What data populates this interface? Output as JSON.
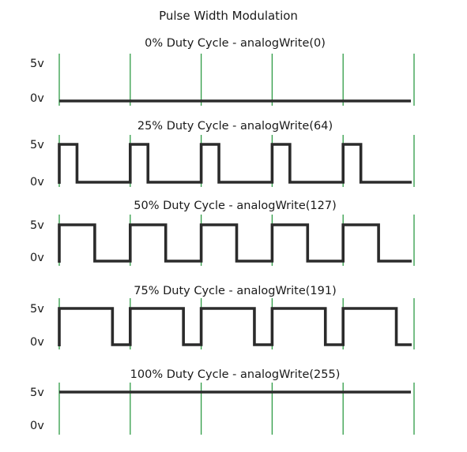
{
  "title": "Pulse Width Modulation",
  "panels": [
    {
      "label": "0% Duty Cycle - analogWrite(0)",
      "duty": 0,
      "high_label": "5v",
      "low_label": "0v"
    },
    {
      "label": "25% Duty Cycle - analogWrite(64)",
      "duty": 0.25,
      "high_label": "5v",
      "low_label": "0v"
    },
    {
      "label": "50% Duty Cycle - analogWrite(127)",
      "duty": 0.5,
      "high_label": "5v",
      "low_label": "0v"
    },
    {
      "label": "75% Duty Cycle - analogWrite(191)",
      "duty": 0.75,
      "high_label": "5v",
      "low_label": "0v"
    },
    {
      "label": "100% Duty Cycle - analogWrite(255)",
      "duty": 1,
      "high_label": "5v",
      "low_label": "0v"
    }
  ],
  "periods": 5,
  "colors": {
    "signal": "#2b2b2b",
    "period_marker": "#2e9b45",
    "text": "#1a1a1a",
    "background": "#ffffff"
  }
}
